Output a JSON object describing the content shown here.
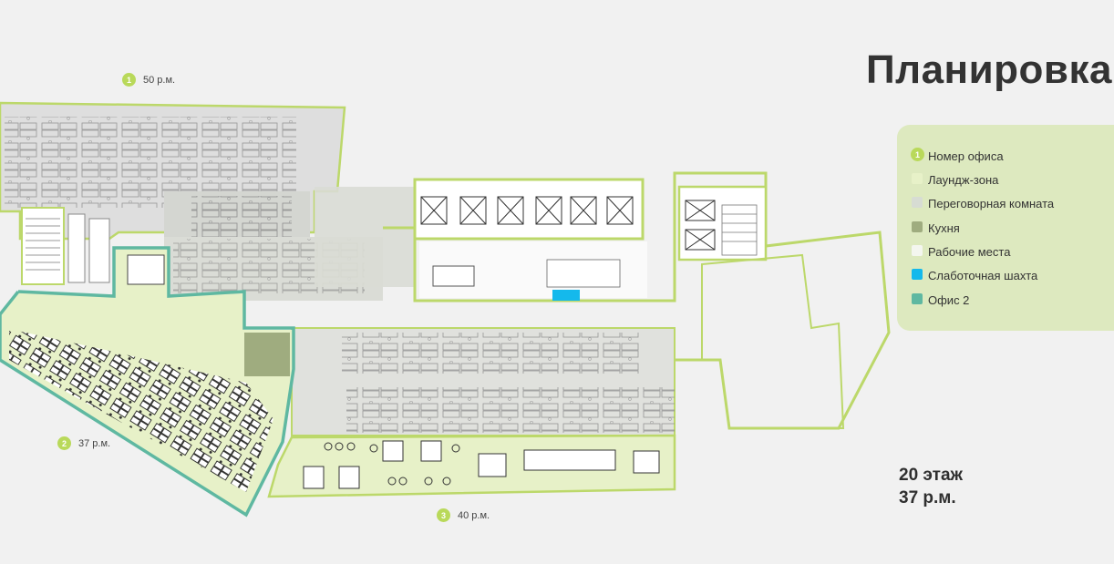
{
  "title": "Планировка",
  "legend": {
    "items": [
      {
        "label": "Номер офиса",
        "marker": "1",
        "kind": "number",
        "color": "#b9d95a"
      },
      {
        "label": "Лаундж-зона",
        "kind": "swatch",
        "color": "#e7f1c8"
      },
      {
        "label": "Переговорная комната",
        "kind": "swatch",
        "color": "#d7dcd3"
      },
      {
        "label": "Кухня",
        "kind": "swatch",
        "color": "#9fac7f"
      },
      {
        "label": "Рабочие места",
        "kind": "swatch",
        "color": "#f4f6ef"
      },
      {
        "label": "Слаботочная шахта",
        "kind": "swatch",
        "color": "#14b9ec"
      },
      {
        "label": "Офис 2",
        "kind": "swatch",
        "color": "#5fb8a1"
      }
    ]
  },
  "offices": [
    {
      "number": "1",
      "places": "50 р.м."
    },
    {
      "number": "2",
      "places": "37 р.м."
    },
    {
      "number": "3",
      "places": "40 р.м."
    }
  ],
  "floor": {
    "level": "20 этаж",
    "places": "37 р.м."
  },
  "colors": {
    "wall": "#bcd86a",
    "office2_outline": "#5fb8a1",
    "shaft": "#14b9ec",
    "kitchen": "#9fac7f",
    "lounge": "#e7f1c8",
    "meeting": "#d7dcd3"
  }
}
